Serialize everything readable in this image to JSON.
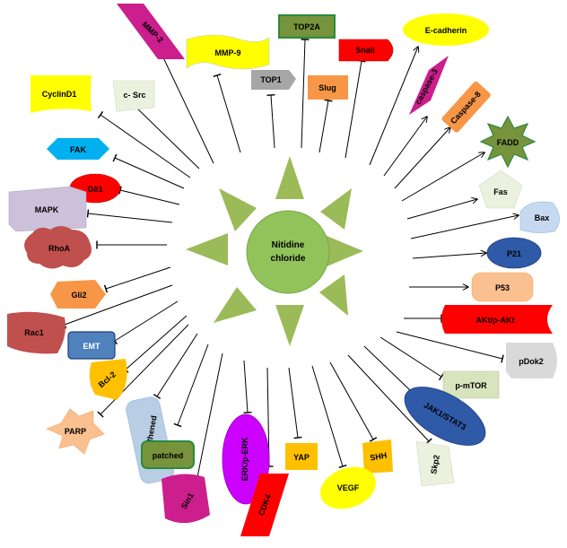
{
  "center": {
    "line1": "Nitidine",
    "line2": "chloride",
    "color": "#92c25a"
  },
  "colors": {
    "sun_ray": "#9bbb59",
    "edge": "#000000"
  },
  "nodes": {
    "mmp2": "MMP-2",
    "mmp9": "MMP-9",
    "top2a": "TOP2A",
    "top1": "TOP1",
    "slug": "Slug",
    "snail": "Snail",
    "ecadherin": "E-cadherin",
    "caspase3": "caspase-3",
    "caspase8": "Caspase-8",
    "fadd": "FADD",
    "fas": "Fas",
    "bax": "Bax",
    "p21": "P21",
    "p53": "P53",
    "akt": "AKt/p-AKt",
    "pdok2": "pDok2",
    "pmtor": "p-mTOR",
    "jak1stat3": "JAK1/STAT3",
    "skp2": "Skp2",
    "shh": "SHH",
    "vegf": "VEGF",
    "yap": "YAP",
    "cdk4": "CDK4",
    "erk": "ERK/p-ERK",
    "sin1": "Sin1",
    "patched": "patched",
    "smoothened": "Smoothened",
    "parp": "PARP",
    "bcl2": "Bcl-2",
    "emt": "EMT",
    "rac1": "Rac1",
    "gli2": "Gli2",
    "rhoa": "RhoA",
    "mapk": "MAPK",
    "gli1": "Gli1",
    "fak": "FAK",
    "cyclind1": "CyclinD1",
    "csrc": "c- Src"
  }
}
